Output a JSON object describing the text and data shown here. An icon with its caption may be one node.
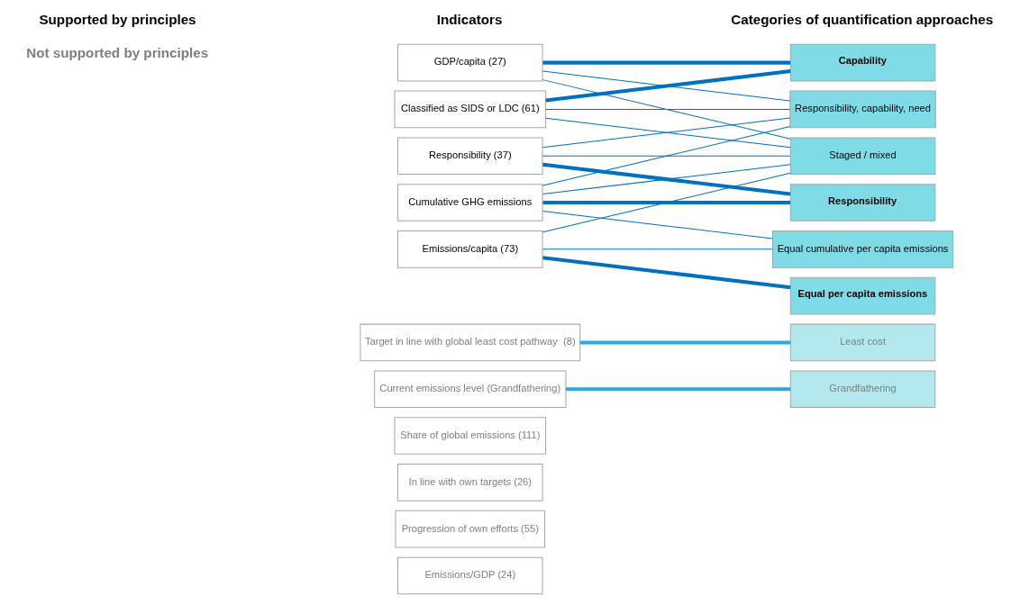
{
  "diagram": {
    "nodes": [
      {
        "text": [
          "Responsibility (37)"
        ]
      },
      {
        "text": [
          "Cumulative GHG emissions"
        ]
      },
      {
        "text": [
          "Emissions/capita (73)"
        ]
      },
      {
        "text": [
          "GDP/capita (27)"
        ]
      },
      {
        "text": [
          "Classified as SIDS or LDC (61)"
        ]
      },
      {
        "text": [
          "Responsibility"
        ]
      },
      {
        "text": [
          "Equal cumulative per capita emissions"
        ]
      },
      {
        "text": [
          "Equal per capita emissions"
        ]
      },
      {
        "text": [
          "Responsibility, capability, need"
        ]
      },
      {
        "text": [
          "Capability"
        ]
      },
      {
        "text": [
          "Staged / mixed"
        ]
      },
      {
        "text": [
          "Target in line with global least cost pathway  (8)"
        ]
      },
      {
        "text": [
          "Least cost"
        ]
      },
      {
        "text": [
          "Current emissions level (Grandfathering)"
        ]
      },
      {
        "text": [
          "Grandfathering"
        ]
      },
      {
        "text": [
          "Share of global emissions (111)"
        ]
      },
      {
        "text": [
          "In line with own targets (26)"
        ]
      },
      {
        "text": [
          "Progression of own efforts (55)"
        ]
      },
      {
        "text": [
          "Emissions/GDP (24)"
        ]
      }
    ],
    "edges": [
      {
        "from": 0,
        "to": 5,
        "arrow": "none",
        "style": "thick"
      },
      {
        "from": 0,
        "to": 8,
        "arrow": "none"
      },
      {
        "from": 0,
        "to": 10,
        "arrow": "none"
      },
      {
        "from": 1,
        "to": 5,
        "arrow": "none",
        "style": "thick"
      },
      {
        "from": 1,
        "to": 6,
        "arrow": "none"
      },
      {
        "from": 1,
        "to": 8,
        "arrow": "none"
      },
      {
        "from": 1,
        "to": 10,
        "arrow": "none"
      },
      {
        "from": 2,
        "to": 6,
        "arrow": "none"
      },
      {
        "from": 2,
        "to": 7,
        "arrow": "none",
        "style": "thick"
      },
      {
        "from": 2,
        "to": 10,
        "arrow": "none"
      },
      {
        "from": 3,
        "to": 8,
        "arrow": "none"
      },
      {
        "from": 3,
        "to": 9,
        "arrow": "none",
        "style": "thick"
      },
      {
        "from": 3,
        "to": 10,
        "arrow": "none"
      },
      {
        "from": 4,
        "to": 8,
        "arrow": "none"
      },
      {
        "from": 4,
        "to": 9,
        "arrow": "none",
        "style": "thick"
      },
      {
        "from": 4,
        "to": 10,
        "arrow": "none"
      },
      {
        "from": 11,
        "to": 12,
        "arrow": "none",
        "style": "thick",
        "color": "#29abe2"
      },
      {
        "from": 13,
        "to": 14,
        "arrow": "none",
        "style": "thick",
        "color": "#29abe2"
      }
    ],
    "labels": [
      "Indicators",
      "Categories of quantification approaches",
      "Supported by principles",
      "Not supported by principles"
    ]
  }
}
